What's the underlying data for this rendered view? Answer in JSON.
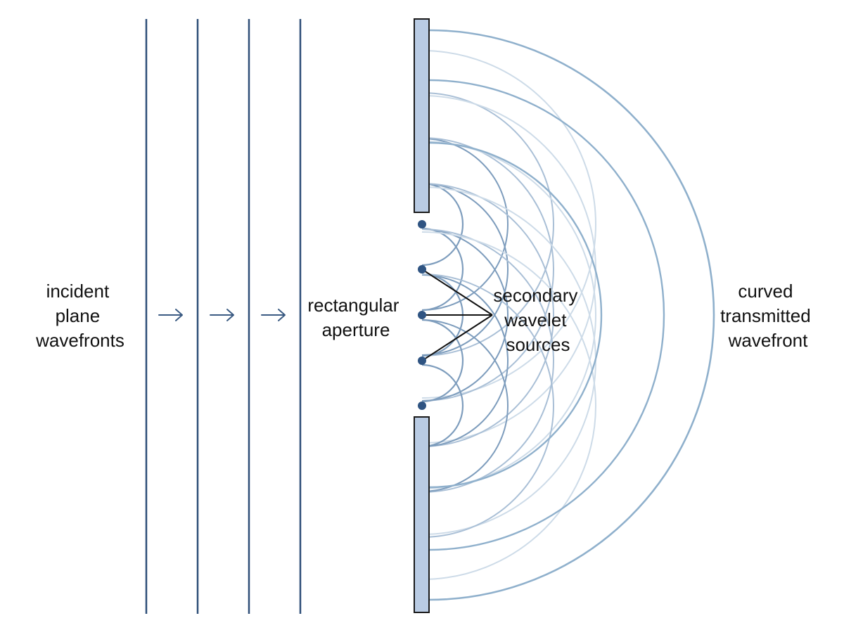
{
  "labels": {
    "incident": [
      "incident",
      "plane",
      "wavefronts"
    ],
    "aperture": [
      "rectangular",
      "aperture"
    ],
    "sources": [
      "secondary",
      "wavelet",
      "sources"
    ],
    "transmitted": [
      "curved",
      "transmitted",
      "wavefront"
    ]
  },
  "colors": {
    "plane_wave": "#2f4f78",
    "arrow": "#3a5a82",
    "barrier_fill": "#b9cbe3",
    "barrier_stroke": "#1a1a1a",
    "source_dot": "#2f5482",
    "wavelet_dark": "#7e9dbd",
    "wavelet_mid": "#a9bfd6",
    "wavelet_light": "#cddbe8",
    "envelope": "#8fb0cc",
    "pointer_line": "#111111"
  },
  "elements": {
    "plane_wavefront_count": 4,
    "arrow_count": 3,
    "source_count": 5,
    "pointer_targets": 3,
    "envelope_count": 3
  }
}
